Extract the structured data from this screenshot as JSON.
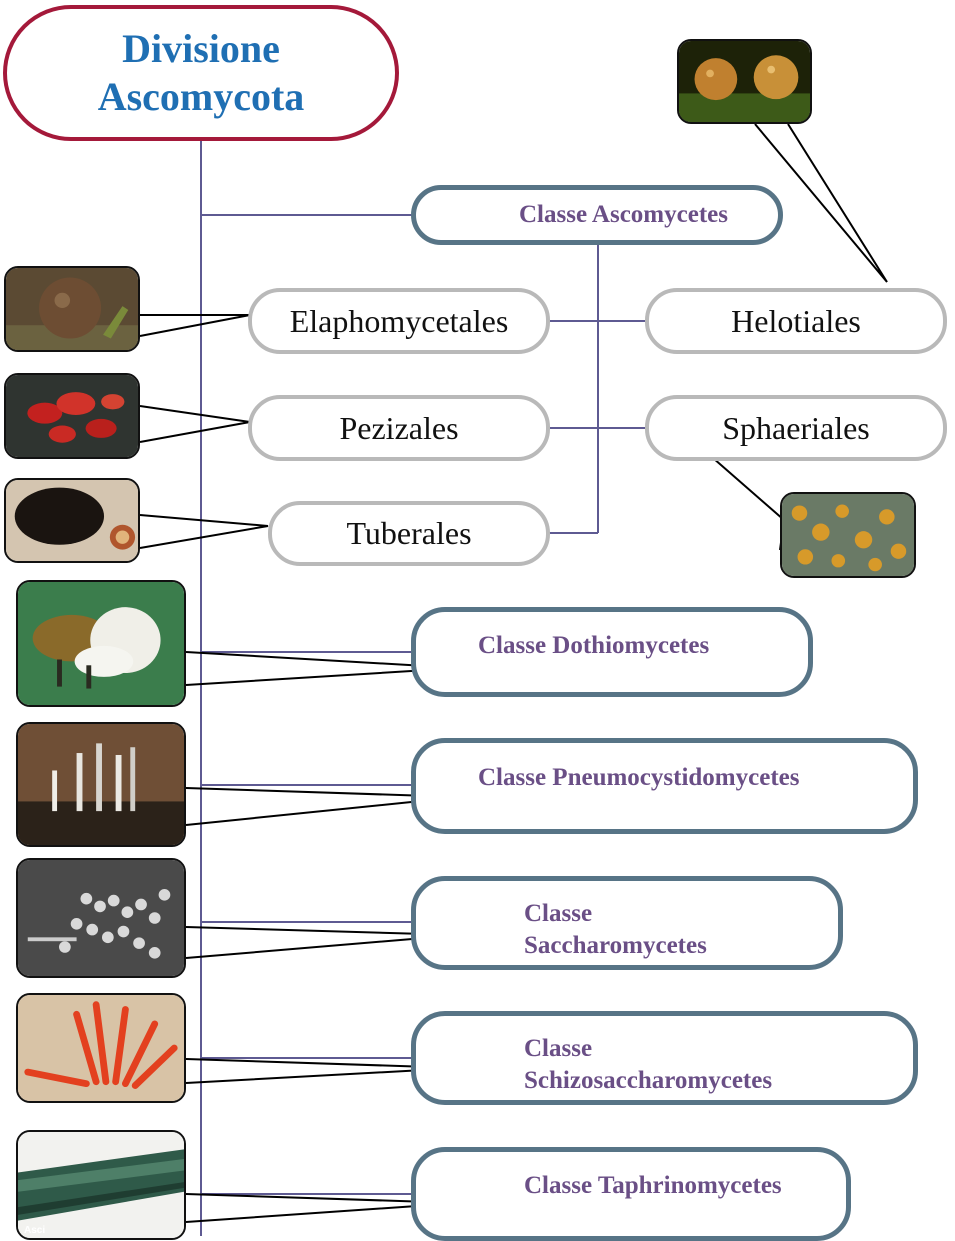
{
  "root": {
    "line1": "Divisione",
    "line2": "Ascomycota"
  },
  "classes": [
    {
      "id": "ascomycetes",
      "text": "Classe Ascomycetes"
    },
    {
      "id": "dothiomycetes",
      "text": "Classe Dothiomycetes"
    },
    {
      "id": "pneumocystidomycetes",
      "text": "Classe Pneumocystidomycetes"
    },
    {
      "id": "saccharomycetes",
      "line1": "Classe",
      "line2": "Saccharomycetes"
    },
    {
      "id": "schizosaccharomycetes",
      "line1": "Classe",
      "line2": "Schizosaccharomycetes"
    },
    {
      "id": "taphrinomycetes",
      "text": "Classe Taphrinomycetes"
    }
  ],
  "orders": [
    {
      "id": "elaphomycetales",
      "text": "Elaphomycetales"
    },
    {
      "id": "pezizales",
      "text": "Pezizales"
    },
    {
      "id": "tuberales",
      "text": "Tuberales"
    },
    {
      "id": "helotiales",
      "text": "Helotiales"
    },
    {
      "id": "sphaeriales",
      "text": "Sphaeriales"
    }
  ],
  "photo_captions": {
    "taphrina": "Asci"
  },
  "colors": {
    "root_border": "#a4193a",
    "root_text": "#1f6fb3",
    "classe_border": "#577486",
    "classe_text": "#6a4f86",
    "order_border": "#b9b9b9",
    "connector": "#5e5a92"
  }
}
